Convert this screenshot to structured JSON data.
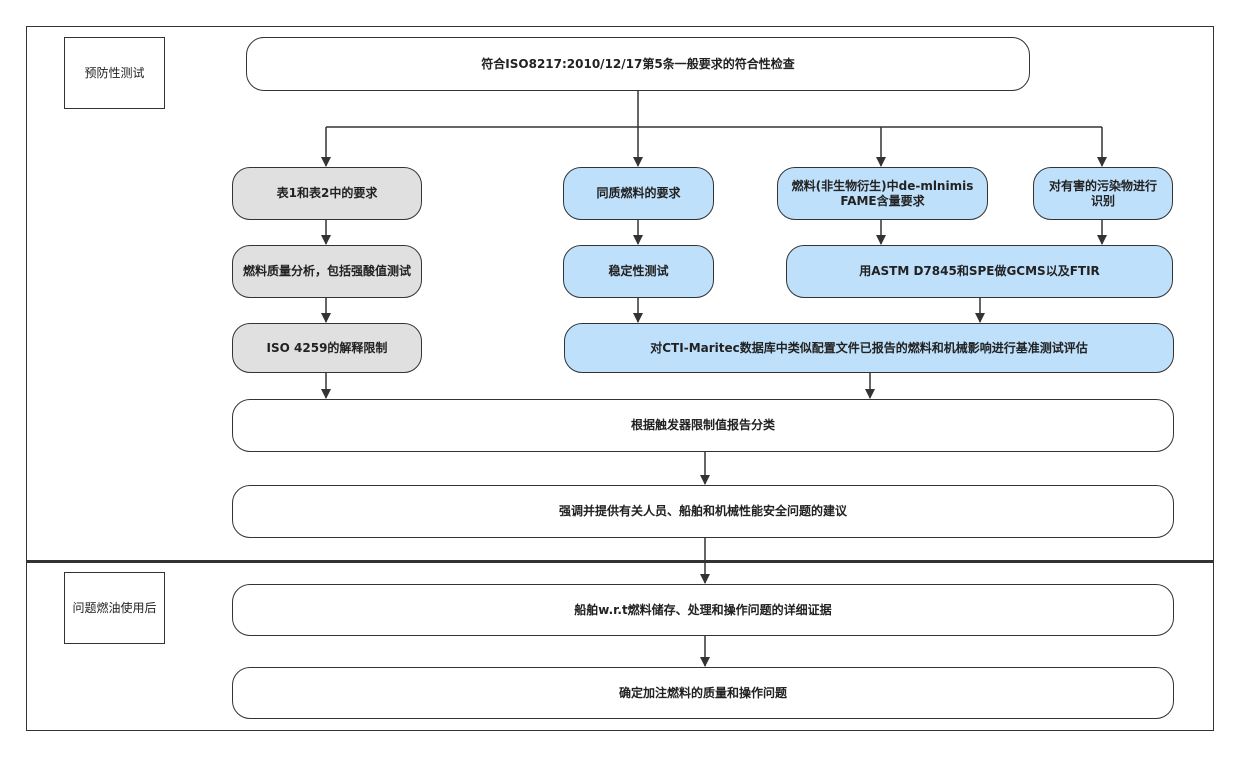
{
  "sections": {
    "preventive": "预防性测试",
    "post_use": "问题燃油使用后"
  },
  "nodes": {
    "conformity_check": "符合ISO8217:2010/12/17第5条一般要求的符合性检查",
    "table_requirements": "表1和表2中的要求",
    "homogeneous_fuel": "同质燃料的要求",
    "fame_content": "燃料(非生物衍生)中de-mlnimis FAME含量要求",
    "contaminant_id": "对有害的污染物进行识别",
    "fuel_quality_analysis": "燃料质量分析，包括强酸值测试",
    "stability_test": "稳定性测试",
    "astm_gcms_ftir": "用ASTM D7845和SPE做GCMS以及FTIR",
    "iso_4259": "ISO 4259的解释限制",
    "cti_maritec_benchmark": "对CTI-Maritec数据库中类似配置文件已报告的燃料和机械影响进行基准测试评估",
    "classification_report": "根据触发器限制值报告分类",
    "safety_advice": "强调并提供有关人员、船舶和机械性能安全问题的建议",
    "ship_evidence": "船舶w.r.t燃料储存、处理和操作问题的详细证据",
    "quality_issues": "确定加注燃料的质量和操作问题"
  },
  "colors": {
    "grey_fill": "#e0e0e0",
    "blue_fill": "#bfe0fb",
    "white_fill": "#ffffff",
    "stroke": "#333333"
  }
}
